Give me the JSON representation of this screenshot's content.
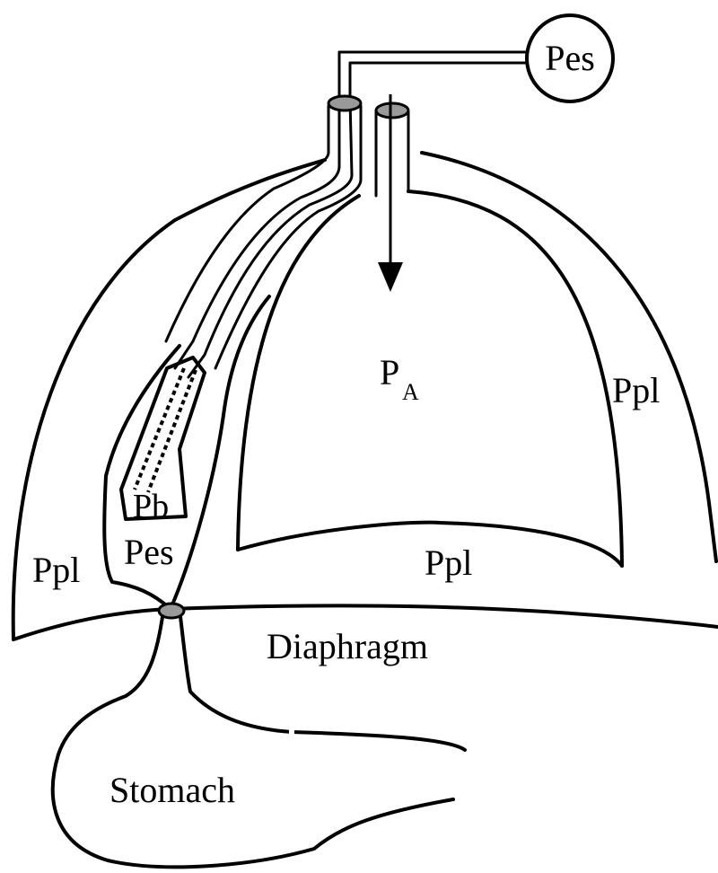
{
  "labels": {
    "pes_gauge": "Pes",
    "alveolar_p": "P",
    "alveolar_sub": "A",
    "ppl_right": "Ppl",
    "ppl_left": "Ppl",
    "ppl_bottom": "Ppl",
    "pes_esophagus": "Pes",
    "pb_balloon": "Pb",
    "diaphragm": "Diaphragm",
    "stomach": "Stomach"
  }
}
